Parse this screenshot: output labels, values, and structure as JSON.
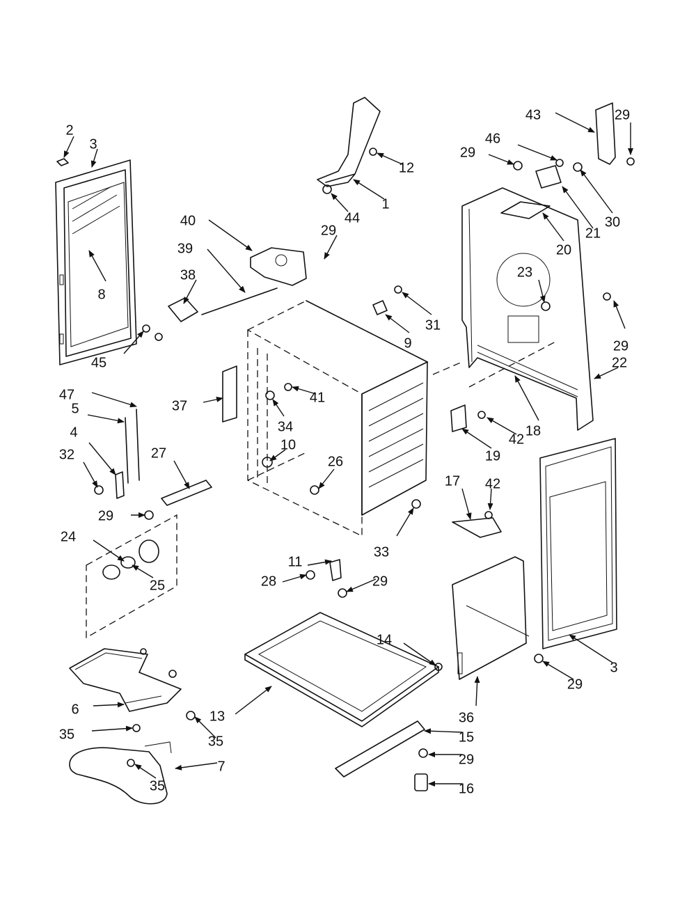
{
  "callouts": [
    {
      "id": "c1",
      "text": "1"
    },
    {
      "id": "c2",
      "text": "2"
    },
    {
      "id": "c3a",
      "text": "3"
    },
    {
      "id": "c3b",
      "text": "3"
    },
    {
      "id": "c4",
      "text": "4"
    },
    {
      "id": "c5",
      "text": "5"
    },
    {
      "id": "c6",
      "text": "6"
    },
    {
      "id": "c7",
      "text": "7"
    },
    {
      "id": "c8",
      "text": "8"
    },
    {
      "id": "c9",
      "text": "9"
    },
    {
      "id": "c10",
      "text": "10"
    },
    {
      "id": "c11",
      "text": "11"
    },
    {
      "id": "c12",
      "text": "12"
    },
    {
      "id": "c13",
      "text": "13"
    },
    {
      "id": "c14",
      "text": "14"
    },
    {
      "id": "c15",
      "text": "15"
    },
    {
      "id": "c16",
      "text": "16"
    },
    {
      "id": "c17",
      "text": "17"
    },
    {
      "id": "c18",
      "text": "18"
    },
    {
      "id": "c19",
      "text": "19"
    },
    {
      "id": "c20",
      "text": "20"
    },
    {
      "id": "c21",
      "text": "21"
    },
    {
      "id": "c22",
      "text": "22"
    },
    {
      "id": "c23",
      "text": "23"
    },
    {
      "id": "c24",
      "text": "24"
    },
    {
      "id": "c25",
      "text": "25"
    },
    {
      "id": "c26",
      "text": "26"
    },
    {
      "id": "c27",
      "text": "27"
    },
    {
      "id": "c28",
      "text": "28"
    },
    {
      "id": "c29a",
      "text": "29"
    },
    {
      "id": "c29b",
      "text": "29"
    },
    {
      "id": "c29c",
      "text": "29"
    },
    {
      "id": "c29d",
      "text": "29"
    },
    {
      "id": "c29e",
      "text": "29"
    },
    {
      "id": "c29f",
      "text": "29"
    },
    {
      "id": "c29g",
      "text": "29"
    },
    {
      "id": "c29h",
      "text": "29"
    },
    {
      "id": "c30",
      "text": "30"
    },
    {
      "id": "c31",
      "text": "31"
    },
    {
      "id": "c32",
      "text": "32"
    },
    {
      "id": "c33",
      "text": "33"
    },
    {
      "id": "c34",
      "text": "34"
    },
    {
      "id": "c35a",
      "text": "35"
    },
    {
      "id": "c35b",
      "text": "35"
    },
    {
      "id": "c35c",
      "text": "35"
    },
    {
      "id": "c36",
      "text": "36"
    },
    {
      "id": "c37",
      "text": "37"
    },
    {
      "id": "c38",
      "text": "38"
    },
    {
      "id": "c39",
      "text": "39"
    },
    {
      "id": "c40",
      "text": "40"
    },
    {
      "id": "c41",
      "text": "41"
    },
    {
      "id": "c42a",
      "text": "42"
    },
    {
      "id": "c42b",
      "text": "42"
    },
    {
      "id": "c43",
      "text": "43"
    },
    {
      "id": "c44",
      "text": "44"
    },
    {
      "id": "c45",
      "text": "45"
    },
    {
      "id": "c46",
      "text": "46"
    },
    {
      "id": "c47",
      "text": "47"
    }
  ]
}
